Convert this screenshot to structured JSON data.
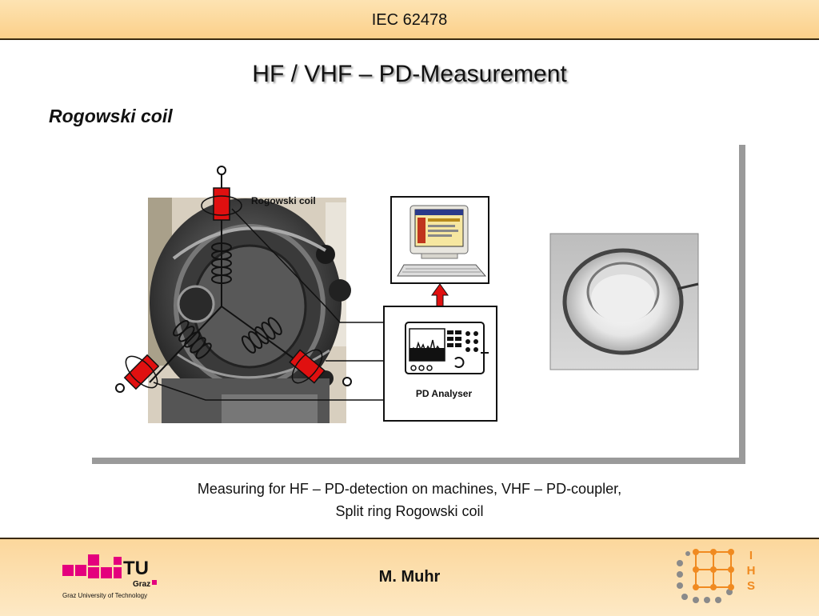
{
  "header": {
    "title": "IEC 62478"
  },
  "slide": {
    "heading": "HF / VHF – PD-Measurement",
    "subheading": "Rogowski coil",
    "caption_line1": "Measuring for HF – PD-detection on machines, VHF – PD-coupler,",
    "caption_line2": "Split ring Rogowski coil"
  },
  "figure": {
    "rogowski_label": "Rogowski coil",
    "analyser_label": "PD Analyser",
    "colors": {
      "sensor_red": "#e01010",
      "arrow_red": "#e01010"
    }
  },
  "footer": {
    "author": "M. Muhr",
    "tu_logo_text": "TU",
    "tu_logo_sub": "Graz",
    "tu_logo_caption": "Graz University of Technology",
    "ihs_logo_letters": [
      "I",
      "H",
      "S"
    ],
    "colors": {
      "tu_magenta": "#e4007d",
      "ihs_orange": "#f08a20"
    }
  }
}
